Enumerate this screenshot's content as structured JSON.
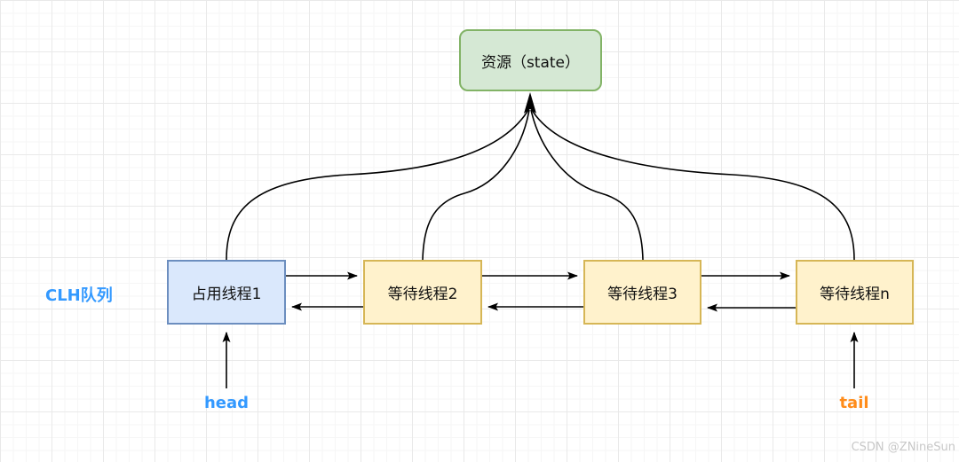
{
  "diagram": {
    "resource_node": {
      "label": "资源（state）",
      "fill": "#d5e8d4",
      "border": "#82b366"
    },
    "queue_label": {
      "text": "CLH队列",
      "color": "#3399ff"
    },
    "nodes": [
      {
        "label": "占用线程1",
        "fill": "#dae8fc",
        "border": "#6c8ebf"
      },
      {
        "label": "等待线程2",
        "fill": "#fff2cc",
        "border": "#d6b656"
      },
      {
        "label": "等待线程3",
        "fill": "#fff2cc",
        "border": "#d6b656"
      },
      {
        "label": "等待线程n",
        "fill": "#fff2cc",
        "border": "#d6b656"
      }
    ],
    "head_pointer": {
      "text": "head",
      "color": "#3399ff"
    },
    "tail_pointer": {
      "text": "tail",
      "color": "#ff8c1a"
    },
    "arrow_color": "#000000",
    "watermark": "CSDN @ZNineSun"
  }
}
